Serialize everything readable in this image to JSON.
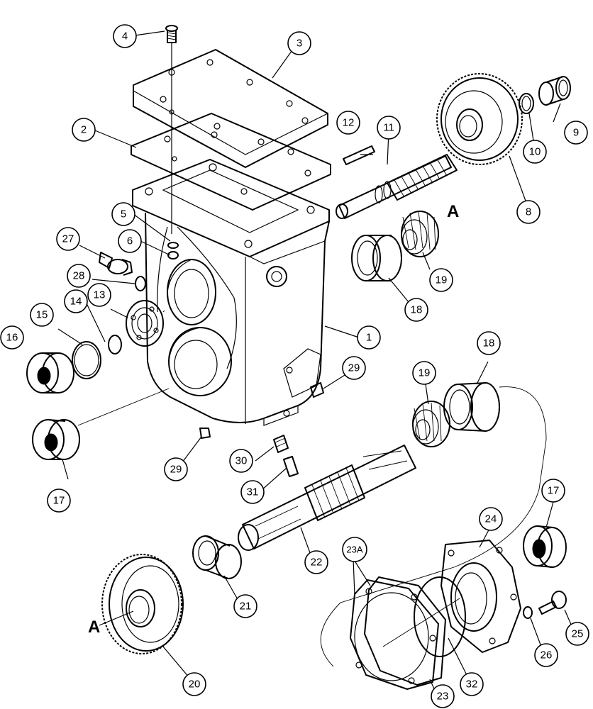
{
  "callouts": {
    "c1": "1",
    "c2": "2",
    "c3": "3",
    "c4": "4",
    "c5": "5",
    "c6": "6",
    "c8": "8",
    "c9": "9",
    "c10": "10",
    "c11": "11",
    "c12": "12",
    "c13": "13",
    "c14": "14",
    "c15": "15",
    "c16": "16",
    "c17a": "17",
    "c17b": "17",
    "c18a": "18",
    "c18b": "18",
    "c19a": "19",
    "c19b": "19",
    "c20": "20",
    "c21": "21",
    "c22": "22",
    "c23": "23",
    "c23a": "23A",
    "c24": "24",
    "c25": "25",
    "c26": "26",
    "c27": "27",
    "c28": "28",
    "c29a": "29",
    "c29b": "29",
    "c30": "30",
    "c31": "31",
    "c32": "32"
  },
  "reference_letters": {
    "top": "A",
    "bottom": "A"
  }
}
